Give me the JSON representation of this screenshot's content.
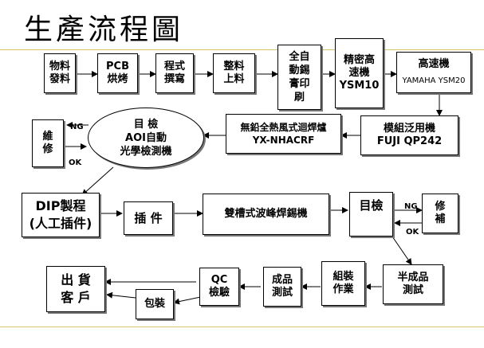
{
  "title": "生產流程圖",
  "nodes": {
    "materials": "物料\n發料",
    "pcb": "PCB\n烘烤",
    "program": "程式\n撰寫",
    "arrange": "整料\n上料",
    "solder_print": "全自\n動錫\n膏印\n刷",
    "ysm10": "精密高\n速機\nYSM10",
    "ysm20_title": "高速機",
    "ysm20_sub": "YAMAHA YSM20",
    "qp242": "模組泛用機\nFUJI QP242",
    "reflow": "無鉛全熱風式迴焊爐\nYX-NHACRF",
    "aoi": "目 檢\nAOI自動\n光學檢測機",
    "repair1": "維\n修",
    "dip": "DIP製程\n(人工插件)",
    "insert": "插 件",
    "wave": "雙槽式波峰焊錫機",
    "inspect2": "目檢",
    "repair2": "修\n補",
    "semi_test": "半成品\n測試",
    "assembly": "組裝\n作業",
    "final_test": "成品\n測試",
    "qc": "QC\n檢驗",
    "packing": "包裝",
    "ship": "出 貨\n客 戶"
  },
  "labels": {
    "ng1": "NG",
    "ok1": "OK",
    "ng2": "NG",
    "ok2": "OK"
  }
}
